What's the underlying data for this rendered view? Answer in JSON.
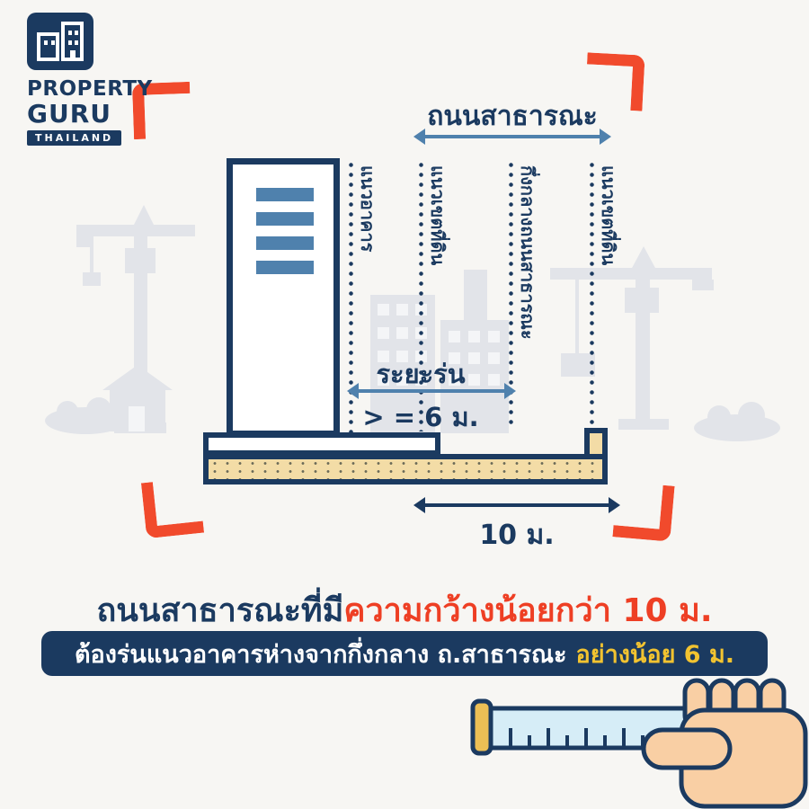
{
  "colors": {
    "background": "#f7f6f3",
    "navy": "#1b3a60",
    "blue": "#4f81ad",
    "orange": "#f14a2c",
    "red_text": "#ee3f24",
    "road_tan": "#f3dca6",
    "banner_yellow": "#f2c330",
    "silhouette_gray": "#e2e4e9"
  },
  "logo": {
    "line1": "PROPERTY",
    "line2": "GURU",
    "line3": "THAILAND",
    "icon": "buildings-icon"
  },
  "diagram": {
    "road_heading": "ถนนสาธารณะ",
    "guide_labels": [
      {
        "label": "แนวอาคาร"
      },
      {
        "label": "แนวเขตที่ดิน"
      },
      {
        "label": "กึ่งกลางถนนสาธารณะ"
      },
      {
        "label": "แนวเขตที่ดิน"
      }
    ],
    "setback_label": "ระยะร่น",
    "setback_value": "> = 6 ม.",
    "road_width_label": "10 ม."
  },
  "caption": {
    "headline_normal": "ถนนสาธารณะที่มี",
    "headline_highlight": "ความกว้างน้อยกว่า 10 ม.",
    "banner_text": "ต้องร่นแนวอาคารห่างจากกึ่งกลาง ถ.สาธารณะ",
    "banner_highlight": "อย่างน้อย 6 ม."
  }
}
